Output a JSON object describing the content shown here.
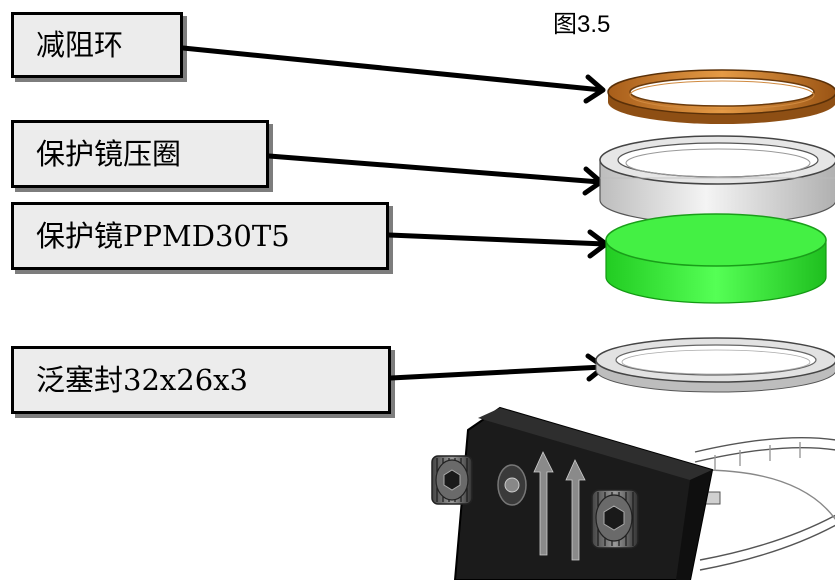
{
  "figure": {
    "caption": "图3.5"
  },
  "labels": [
    {
      "id": "damping-ring",
      "text": "减阻环"
    },
    {
      "id": "lens-press-ring",
      "text": "保护镜压圈"
    },
    {
      "id": "protective-lens",
      "text": "保护镜PPMD30T5"
    },
    {
      "id": "spring-seal",
      "text": "泛塞封32x26x3"
    }
  ],
  "colors": {
    "damping_ring": "#c87a2a",
    "press_ring": "#dcdcdc",
    "lens": "#33ee33",
    "seal": "#d8d8d8",
    "bracket": "#1e1e1e"
  }
}
